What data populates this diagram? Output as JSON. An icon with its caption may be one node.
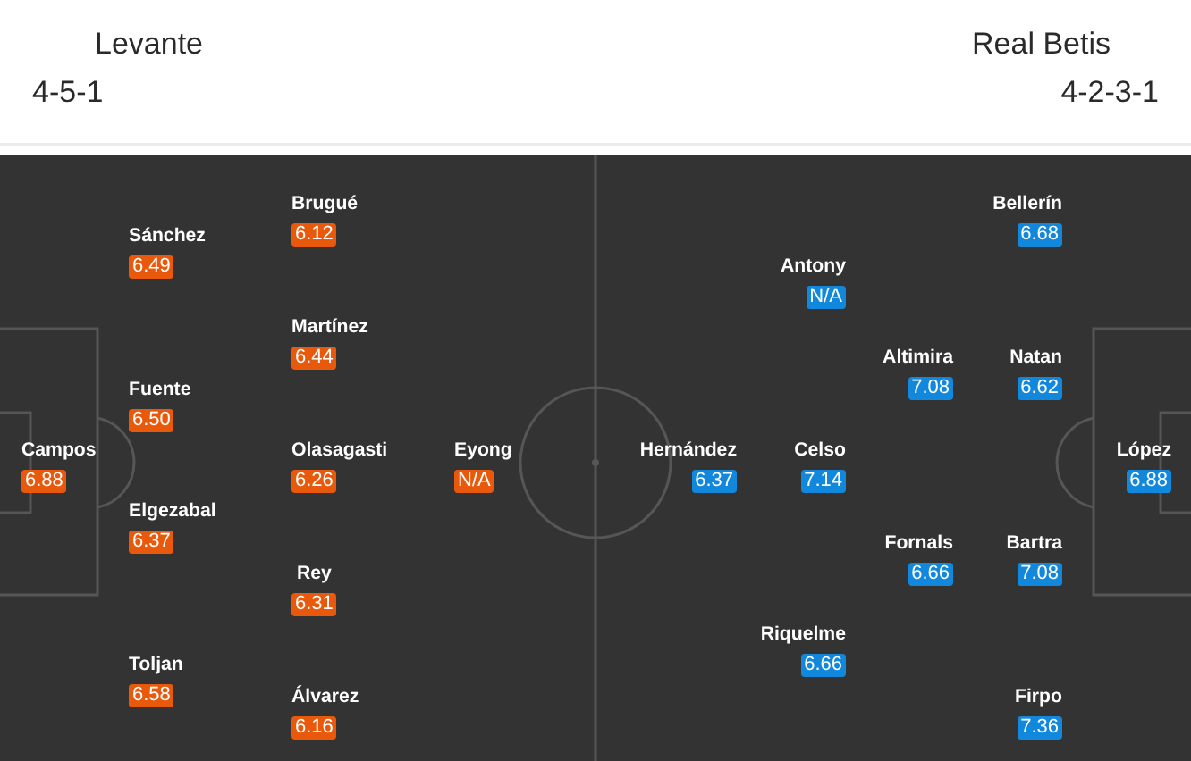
{
  "diagram": {
    "nodes": [
      {
        "text": [
          "Campos",
          "6.88"
        ]
      },
      {
        "text": [
          "Sánchez",
          "6.49"
        ]
      },
      {
        "text": [
          "Fuente",
          "6.50"
        ]
      },
      {
        "text": [
          "Elgezabal",
          "6.37"
        ]
      },
      {
        "text": [
          "Toljan",
          "6.58"
        ]
      },
      {
        "text": [
          "Brugué",
          "6.12"
        ]
      },
      {
        "text": [
          "Martínez",
          "6.44"
        ]
      },
      {
        "text": [
          "Olasagasti",
          "6.26"
        ]
      },
      {
        "text": [
          "Rey",
          "6.31"
        ]
      },
      {
        "text": [
          "Álvarez",
          "6.16"
        ]
      },
      {
        "text": [
          "Eyong",
          "N/A"
        ]
      },
      {
        "text": [
          "Hernández",
          "6.37"
        ]
      },
      {
        "text": [
          "Antony",
          "N/A"
        ]
      },
      {
        "text": [
          "Celso",
          "7.14"
        ]
      },
      {
        "text": [
          "Riquelme",
          "6.66"
        ]
      },
      {
        "text": [
          "Altimira",
          "7.08"
        ]
      },
      {
        "text": [
          "Fornals",
          "6.66"
        ]
      },
      {
        "text": [
          "Bellerín",
          "6.68"
        ]
      },
      {
        "text": [
          "Natan",
          "6.62"
        ]
      },
      {
        "text": [
          "Bartra",
          "7.08"
        ]
      },
      {
        "text": [
          "Firpo",
          "7.36"
        ]
      },
      {
        "text": [
          "López",
          "6.88"
        ]
      }
    ],
    "labels": [
      "Levante",
      "4-5-1",
      "Real Betis",
      "4-2-3-1"
    ]
  }
}
